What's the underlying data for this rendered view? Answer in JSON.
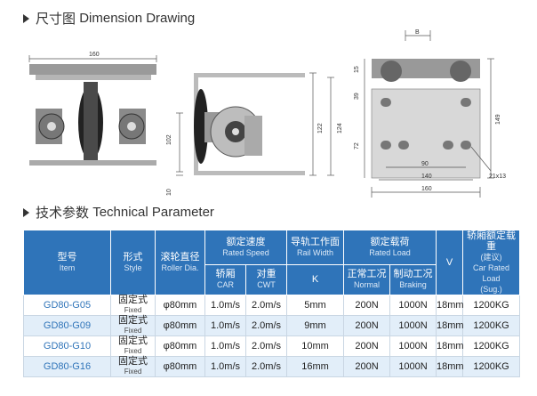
{
  "sections": {
    "dimension": {
      "cn": "尺寸图",
      "en": "Dimension Drawing"
    },
    "technical": {
      "cn": "技术参数",
      "en": "Technical Parameter"
    }
  },
  "dimensions": {
    "front_width": "160",
    "side_height_102": "102",
    "side_height_10": "10",
    "side_height_122": "122",
    "side_height_124": "124",
    "top_b": "B",
    "top_15": "15",
    "top_39": "39",
    "top_72": "72",
    "top_149": "149",
    "bottom_90": "90",
    "bottom_140": "140",
    "bottom_160": "160",
    "slot": "21x13"
  },
  "table": {
    "headers": {
      "item": {
        "cn": "型号",
        "en": "Item"
      },
      "style": {
        "cn": "形式",
        "en": "Style"
      },
      "roller": {
        "cn": "滚轮直径",
        "en": "Roller Dia."
      },
      "speed": {
        "cn": "额定速度",
        "en": "Rated Speed"
      },
      "car": {
        "cn": "轿厢",
        "en": "CAR"
      },
      "cwt": {
        "cn": "对重",
        "en": "CWT"
      },
      "rail": {
        "cn": "导轨工作面",
        "en": "Rail Width"
      },
      "k": "K",
      "load": {
        "cn": "额定载荷",
        "en": "Rated Load"
      },
      "normal": {
        "cn": "正常工况",
        "en": "Normal"
      },
      "braking": {
        "cn": "制动工况",
        "en": "Braking"
      },
      "v": "V",
      "car_load": {
        "cn": "轿厢额定载重",
        "cn2": "(建议)",
        "en": "Car Rated Load",
        "en2": "(Sug.)"
      }
    },
    "rows": [
      {
        "model": "GD80-G05",
        "style_cn": "固定式",
        "style_en": "Fixed",
        "roller": "φ80mm",
        "car": "1.0m/s",
        "cwt": "2.0m/s",
        "rail": "5mm",
        "normal": "200N",
        "braking": "1000N",
        "v": "18mm",
        "load": "1200KG"
      },
      {
        "model": "GD80-G09",
        "style_cn": "固定式",
        "style_en": "Fixed",
        "roller": "φ80mm",
        "car": "1.0m/s",
        "cwt": "2.0m/s",
        "rail": "9mm",
        "normal": "200N",
        "braking": "1000N",
        "v": "18mm",
        "load": "1200KG"
      },
      {
        "model": "GD80-G10",
        "style_cn": "固定式",
        "style_en": "Fixed",
        "roller": "φ80mm",
        "car": "1.0m/s",
        "cwt": "2.0m/s",
        "rail": "10mm",
        "normal": "200N",
        "braking": "1000N",
        "v": "18mm",
        "load": "1200KG"
      },
      {
        "model": "GD80-G16",
        "style_cn": "固定式",
        "style_en": "Fixed",
        "roller": "φ80mm",
        "car": "1.0m/s",
        "cwt": "2.0m/s",
        "rail": "16mm",
        "normal": "200N",
        "braking": "1000N",
        "v": "18mm",
        "load": "1200KG"
      }
    ]
  }
}
